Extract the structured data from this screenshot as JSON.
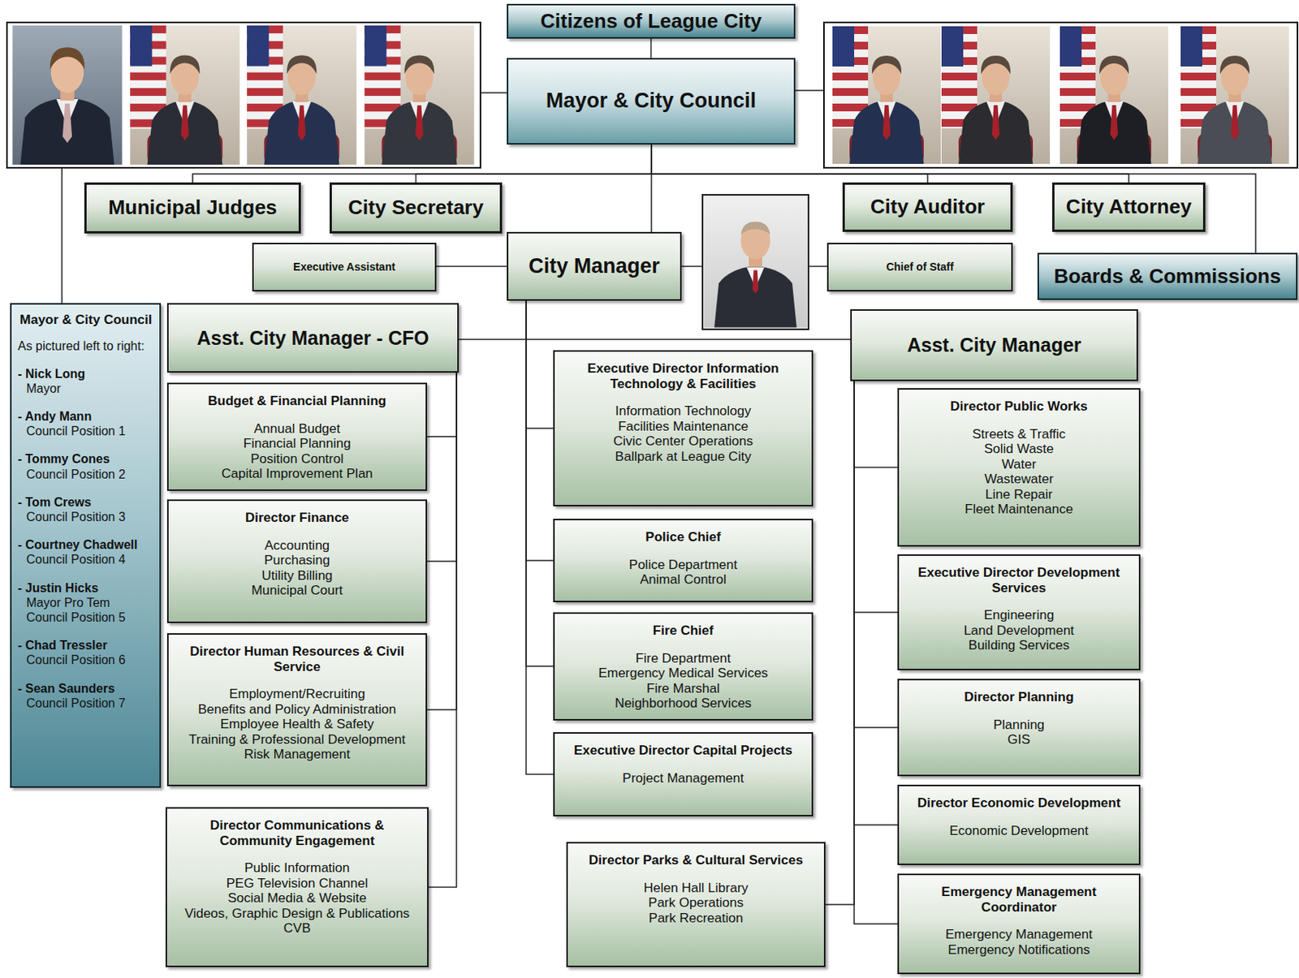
{
  "diagram": {
    "nodes": [
      {
        "text": [
          "Citizens of League City"
        ]
      },
      {
        "text": [
          "Mayor & City Council"
        ]
      },
      {
        "text": [
          "Municipal Judges"
        ]
      },
      {
        "text": [
          "City Secretary"
        ]
      },
      {
        "text": [
          "City Auditor"
        ]
      },
      {
        "text": [
          "City Attorney"
        ]
      },
      {
        "text": [
          "Executive Assistant"
        ]
      },
      {
        "text": [
          "City Manager"
        ]
      },
      {
        "text": [
          "Chief of Staff"
        ]
      },
      {
        "text": [
          "Boards & Commissions"
        ]
      },
      {
        "text": [
          "Mayor & City Council",
          "As pictured left to right:",
          "- Nick Long",
          "Mayor",
          "- Andy Mann",
          "Council Position 1",
          "- Tommy Cones",
          "Council Position 2",
          "- Tom Crews",
          "Council Position 3",
          "- Courtney Chadwell",
          "Council Position 4",
          "- Justin Hicks",
          "Mayor Pro Tem",
          "Council Position 5",
          "- Chad Tressler",
          "Council Position 6",
          "- Sean Saunders",
          "Council Position 7"
        ]
      },
      {
        "text": [
          "Asst. City Manager - CFO"
        ]
      },
      {
        "text": [
          "Budget & Financial Planning",
          "Annual Budget",
          "Financial Planning",
          "Position Control",
          "Capital Improvement Plan"
        ]
      },
      {
        "text": [
          "Director Finance",
          "Accounting",
          "Purchasing",
          "Utility Billing",
          "Municipal Court"
        ]
      },
      {
        "text": [
          "Director Human Resources & Civil Service",
          "Employment/Recruiting",
          "Benefits and Policy Administration",
          "Employee Health & Safety",
          "Training & Professional Development",
          "Risk Management"
        ]
      },
      {
        "text": [
          "Director Communications & Community Engagement",
          "Public Information",
          "PEG Television Channel",
          "Social Media & Website",
          "Videos, Graphic Design & Publications",
          "CVB"
        ]
      },
      {
        "text": [
          "Executive Director Information Technology & Facilities",
          "Information Technology",
          "Facilities Maintenance",
          "Civic Center Operations",
          "Ballpark at League City"
        ]
      },
      {
        "text": [
          "Police Chief",
          "Police Department",
          "Animal Control"
        ]
      },
      {
        "text": [
          "Fire Chief",
          "Fire Department",
          "Emergency Medical Services",
          "Fire Marshal",
          "Neighborhood Services"
        ]
      },
      {
        "text": [
          "Executive Director Capital Projects",
          "Project Management"
        ]
      },
      {
        "text": [
          "Director Parks & Cultural Services",
          "Helen Hall Library",
          "Park Operations",
          "Park Recreation"
        ]
      },
      {
        "text": [
          "Asst. City Manager"
        ]
      },
      {
        "text": [
          "Director Public Works",
          "Streets & Traffic",
          "Solid Waste",
          "Water",
          "Wastewater",
          "Line Repair",
          "Fleet Maintenance"
        ]
      },
      {
        "text": [
          "Executive Director Development Services",
          "Engineering",
          "Land Development",
          "Building Services"
        ]
      },
      {
        "text": [
          "Director Planning",
          "Planning",
          "GIS"
        ]
      },
      {
        "text": [
          "Director Economic Development",
          "Economic Development"
        ]
      },
      {
        "text": [
          "Emergency Management Coordinator",
          "Emergency Management",
          "Emergency Notifications"
        ]
      }
    ],
    "edges": [
      {
        "from": 0,
        "to": 1,
        "arrow": "none"
      },
      {
        "from": 1,
        "to": 2,
        "arrow": "none"
      },
      {
        "from": 1,
        "to": 3,
        "arrow": "none"
      },
      {
        "from": 1,
        "to": 4,
        "arrow": "none"
      },
      {
        "from": 1,
        "to": 5,
        "arrow": "none"
      },
      {
        "from": 1,
        "to": 9,
        "arrow": "none"
      },
      {
        "from": 1,
        "to": 7,
        "arrow": "none"
      },
      {
        "from": 1,
        "to": 10,
        "arrow": "none"
      },
      {
        "from": 7,
        "to": 6,
        "arrow": "none"
      },
      {
        "from": 7,
        "to": 8,
        "arrow": "none"
      },
      {
        "from": 7,
        "to": 11,
        "arrow": "none"
      },
      {
        "from": 7,
        "to": 21,
        "arrow": "none"
      },
      {
        "from": 7,
        "to": 16,
        "arrow": "none"
      },
      {
        "from": 7,
        "to": 17,
        "arrow": "none"
      },
      {
        "from": 7,
        "to": 18,
        "arrow": "none"
      },
      {
        "from": 7,
        "to": 19,
        "arrow": "none"
      },
      {
        "from": 11,
        "to": 12,
        "arrow": "none"
      },
      {
        "from": 11,
        "to": 13,
        "arrow": "none"
      },
      {
        "from": 11,
        "to": 14,
        "arrow": "none"
      },
      {
        "from": 11,
        "to": 15,
        "arrow": "none"
      },
      {
        "from": 21,
        "to": 22,
        "arrow": "none"
      },
      {
        "from": 21,
        "to": 23,
        "arrow": "none"
      },
      {
        "from": 21,
        "to": 24,
        "arrow": "none"
      },
      {
        "from": 21,
        "to": 25,
        "arrow": "none"
      },
      {
        "from": 21,
        "to": 26,
        "arrow": "none"
      },
      {
        "from": 21,
        "to": 20,
        "arrow": "none"
      }
    ]
  }
}
